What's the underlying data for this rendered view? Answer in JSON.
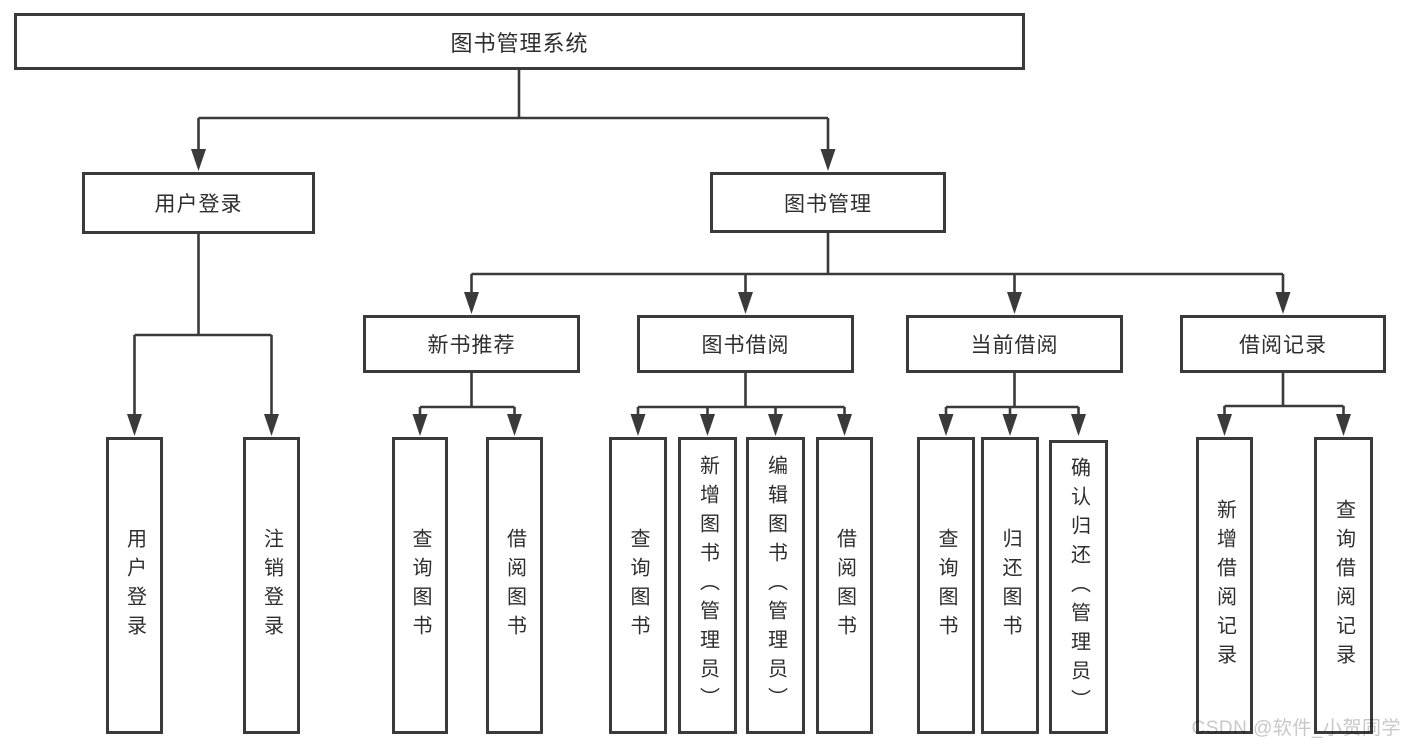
{
  "diagram": {
    "root": {
      "label": "图书管理系统"
    },
    "level1": {
      "user_login": {
        "label": "用户登录"
      },
      "book_mgmt": {
        "label": "图书管理"
      }
    },
    "level2": {
      "new_books": {
        "label": "新书推荐"
      },
      "book_borrow": {
        "label": "图书借阅"
      },
      "current_borrow": {
        "label": "当前借阅"
      },
      "borrow_records": {
        "label": "借阅记录"
      }
    },
    "leaves": {
      "user_login": [
        "用户登录",
        "注销登录"
      ],
      "new_books": [
        "查询图书",
        "借阅图书"
      ],
      "book_borrow": [
        "查询图书",
        "新增图书（管理员）",
        "编辑图书（管理员）",
        "借阅图书"
      ],
      "current_borrow": [
        "查询图书",
        "归还图书",
        "确认归还（管理员）"
      ],
      "borrow_records": [
        "新增借阅记录",
        "查询借阅记录"
      ]
    }
  },
  "watermark": {
    "text": "CSDN @软件_小贺同学"
  },
  "colors": {
    "line": "#3a3a3a",
    "text": "#2e2e2e",
    "watermark": "#c8c8c8",
    "background": "#ffffff"
  }
}
